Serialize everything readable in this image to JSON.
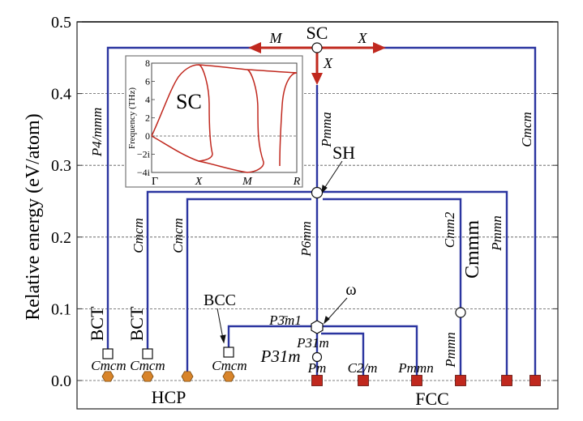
{
  "figure": {
    "ylabel": "Relative energy (eV/atom)",
    "yticks": [
      "0.0",
      "0.1",
      "0.2",
      "0.3",
      "0.4",
      "0.5"
    ],
    "ytick_values": [
      0.0,
      0.1,
      0.2,
      0.3,
      0.4,
      0.5
    ],
    "ylim": [
      -0.035,
      0.5
    ],
    "colors": {
      "path": "#2b35a0",
      "arrow": "#c0281e",
      "fcc": "#c0281e",
      "hcp": "#d8842a",
      "grid": "#555555",
      "inset_curve": "#c0281e"
    }
  },
  "nodes": {
    "sc": {
      "label": "SC",
      "energy": 0.462
    },
    "sh": {
      "label": "SH",
      "energy": 0.262
    },
    "omega": {
      "label": "ω",
      "energy": 0.075
    },
    "cmmm": {
      "label": "Cmmm",
      "energy": 0.095
    },
    "p31m_node": {
      "label": "P31m",
      "energy": 0.032
    },
    "bcc": {
      "label": "BCC"
    },
    "bct1": {
      "label": "BCT"
    },
    "bct2": {
      "label": "BCT"
    },
    "hcp": {
      "label": "HCP"
    },
    "fcc": {
      "label": "FCC"
    }
  },
  "arrows": {
    "to_m": "M",
    "to_x_right": "X",
    "to_x_down": "X"
  },
  "path_labels": {
    "p4mmm": "P4/mmm",
    "pmma": "Pmma",
    "cmcm_right": "Cmcm",
    "cmcm_a": "Cmcm",
    "cmcm_b": "Cmcm",
    "p6mmm": "P6mm",
    "cmm2": "Cmm2",
    "pmmn_top": "Pmmn",
    "pmmn_low": "Pmmn",
    "p3m1": "P3̄m1",
    "p31m_small": "P31m",
    "pm": "Pm",
    "c2m": "C2/m",
    "pmmn_bottom": "Pmmn",
    "cmcm_bct1": "Cmcm",
    "cmcm_bct2": "Cmcm",
    "cmcm_bcc": "Cmcm"
  },
  "inset": {
    "title": "SC",
    "ylabel": "Frequency (THz)",
    "yticks": [
      "8",
      "6",
      "4",
      "2",
      "0",
      "−2i",
      "−4i"
    ],
    "xticks": [
      "Γ",
      "X",
      "M",
      "R"
    ]
  }
}
